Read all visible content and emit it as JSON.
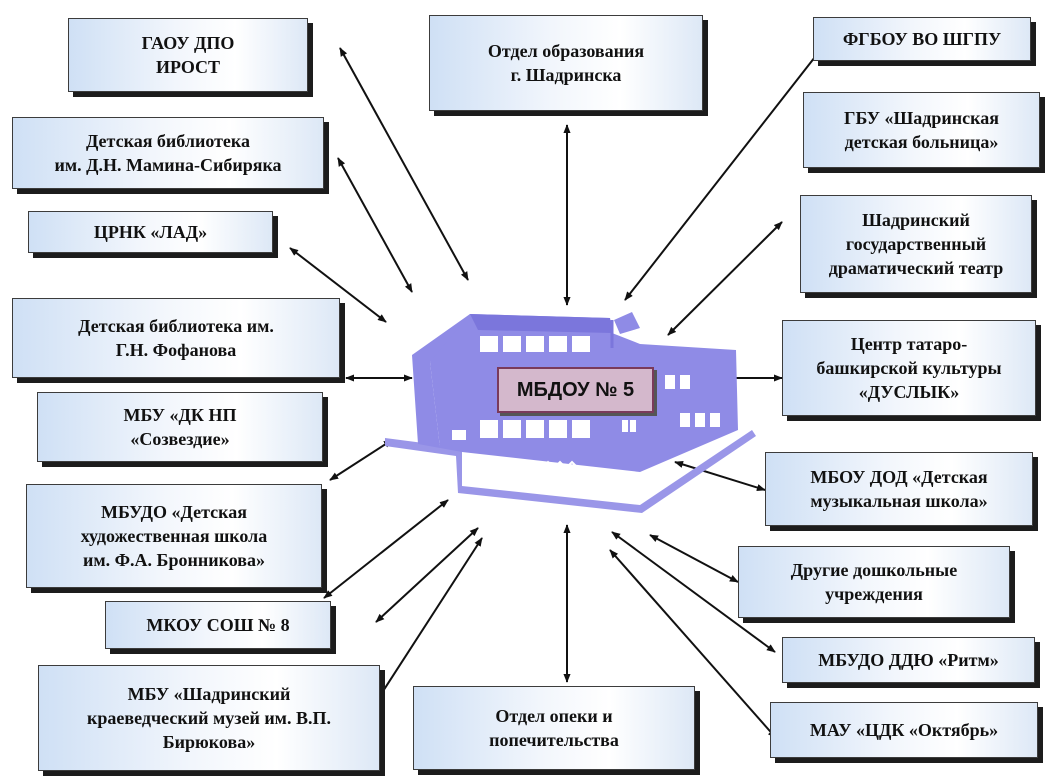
{
  "center": {
    "label": "МБДОУ № 5"
  },
  "partners": [
    {
      "id": "gaou",
      "text": "ГАОУ ДПО\nИРОСТ"
    },
    {
      "id": "otdel-obr",
      "text": "Отдел образования\nг. Шадринска"
    },
    {
      "id": "fgbou",
      "text": "ФГБОУ ВО ШГПУ"
    },
    {
      "id": "gbu",
      "text": "ГБУ «Шадринская\nдетская больница»"
    },
    {
      "id": "lib-mamin",
      "text": "Детская библиотека\nим. Д.Н. Мамина-Сибиряка"
    },
    {
      "id": "teatr",
      "text": "Шадринский\nгосударственный\nдраматический театр"
    },
    {
      "id": "crnk",
      "text": "ЦРНК «ЛАД»"
    },
    {
      "id": "lib-fofanov",
      "text": "Детская библиотека им.\nГ.Н. Фофанова"
    },
    {
      "id": "duslyk",
      "text": "Центр татаро-\nбашкирской культуры\n«ДУСЛЫК»"
    },
    {
      "id": "dk",
      "text": "МБУ «ДК НП\n«Созвездие»"
    },
    {
      "id": "music",
      "text": "МБОУ ДОД «Детская\nмузыкальная школа»"
    },
    {
      "id": "art",
      "text": "МБУДО «Детская\nхудожественная школа\nим. Ф.А. Бронникова»"
    },
    {
      "id": "other",
      "text": "Другие дошкольные\nучреждения"
    },
    {
      "id": "sosh",
      "text": "МКОУ СОШ № 8"
    },
    {
      "id": "ritm",
      "text": "МБУДО ДДЮ «Ритм»"
    },
    {
      "id": "muzey",
      "text": "МБУ «Шадринский\nкраеведческий музей им. В.П.\nБирюкова»"
    },
    {
      "id": "opeka",
      "text": "Отдел опеки и\nпопечительства"
    },
    {
      "id": "oktyabr",
      "text": "МАУ «ЦДК «Октябрь»"
    }
  ]
}
